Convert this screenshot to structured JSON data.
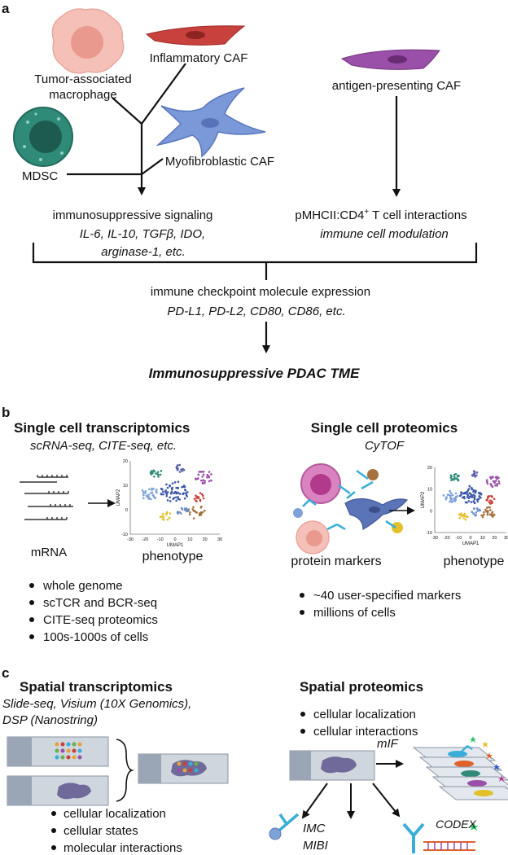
{
  "panel_a": {
    "letter": "a",
    "tam_label_1": "Tumor-associated",
    "tam_label_2": "macrophage",
    "icaf_label": "Inflammatory CAF",
    "apcaf_label": "antigen-presenting CAF",
    "mycaf_label": "Myofibroblastic CAF",
    "mdsc_label": "MDSC",
    "immuno_signal_title": "immunosuppressive signaling",
    "immuno_signal_examples_1": "IL-6, IL-10, TGFβ, IDO,",
    "immuno_signal_examples_2": "arginase-1, etc.",
    "pmhc_title_main": "pMHCII:CD4",
    "pmhc_title_sup": "+",
    "pmhc_title_rest": " T cell interactions",
    "pmhc_sub": "immune cell modulation",
    "checkpoint_title": "immune checkpoint molecule expression",
    "checkpoint_examples": "PD-L1, PD-L2, CD80, CD86, etc.",
    "outcome": "Immunosuppressive PDAC TME"
  },
  "panel_b": {
    "letter": "b",
    "sct_title": "Single cell transcriptomics",
    "sct_sub": "scRNA-seq, CITE-seq,  etc.",
    "mrna_label": "mRNA",
    "phenotype_label_left": "phenotype",
    "sct_bullets": [
      "whole genome",
      "scTCR and BCR-seq",
      "CITE-seq proteomics",
      "100s-1000s of cells"
    ],
    "scp_title": "Single cell proteomics",
    "scp_sub": "CyTOF",
    "protein_label": "protein markers",
    "phenotype_label_right": "phenotype",
    "scp_bullets": [
      "~40 user-specified markers",
      "millions of cells"
    ],
    "umap": {
      "x_axis": "UMAP1",
      "y_axis": "UMAP2",
      "x_ticks": [
        "-30",
        "-20",
        "-10",
        "0",
        "10",
        "20",
        "30"
      ],
      "y_ticks": [
        "-10",
        "0",
        "10",
        "20"
      ]
    }
  },
  "panel_c": {
    "letter": "c",
    "st_title": "Spatial transcriptomics",
    "st_sub_1": "Slide-seq, Visium (10X Genomics),",
    "st_sub_2": "DSP (Nanostring)",
    "st_bullets": [
      "cellular localization",
      "cellular states",
      "molecular interactions"
    ],
    "sp_title": "Spatial proteomics",
    "sp_bullets": [
      "cellular localization",
      "cellular interactions"
    ],
    "mif_label": "mIF",
    "imc_label": "IMC",
    "mibi_label": "MIBI",
    "codex_label": "CODEX"
  },
  "colors": {
    "macrophage": "#f4b8b0",
    "mdsc": "#2f8a78",
    "icaf": "#c8413c",
    "apcaf": "#9a4fa8",
    "mycaf": "#6f8ed6",
    "antibody": "#3aaed8"
  }
}
